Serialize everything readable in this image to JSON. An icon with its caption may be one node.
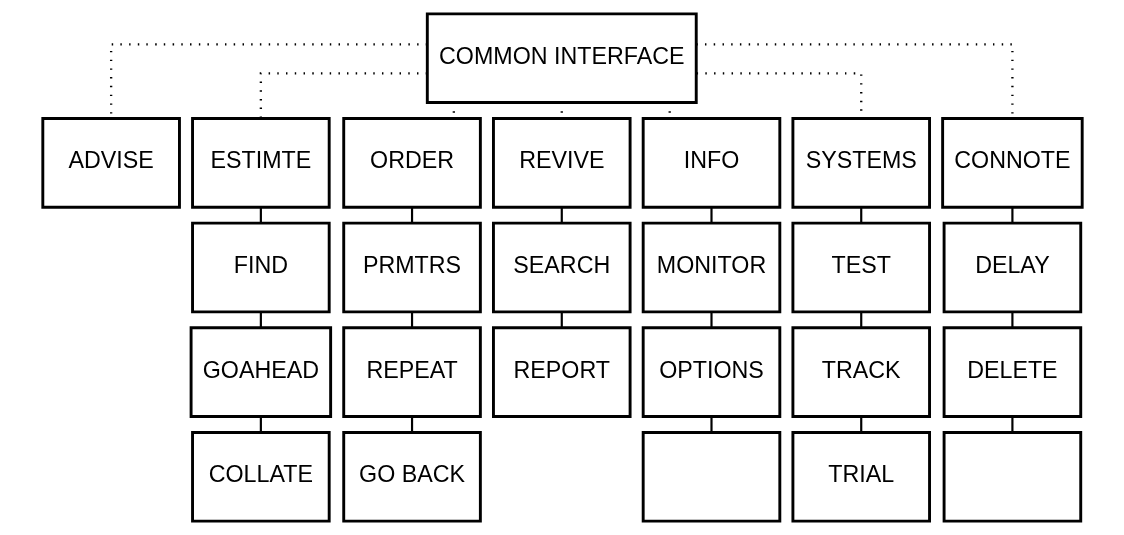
{
  "diagram": {
    "nodes": [
      {
        "text": [
          "COMMON INTERFACE"
        ]
      },
      {
        "text": [
          "ADVISE"
        ]
      },
      {
        "text": [
          "ESTIMTE"
        ]
      },
      {
        "text": [
          "ORDER"
        ]
      },
      {
        "text": [
          "REVIVE"
        ]
      },
      {
        "text": [
          "INFO"
        ]
      },
      {
        "text": [
          "SYSTEMS"
        ]
      },
      {
        "text": [
          "CONNOTE"
        ]
      },
      {
        "text": [
          "FIND"
        ]
      },
      {
        "text": [
          "PRMTRS"
        ]
      },
      {
        "text": [
          "SEARCH"
        ]
      },
      {
        "text": [
          "MONITOR"
        ]
      },
      {
        "text": [
          "TEST"
        ]
      },
      {
        "text": [
          "DELAY"
        ]
      },
      {
        "text": [
          "GOAHEAD"
        ]
      },
      {
        "text": [
          "REPEAT"
        ]
      },
      {
        "text": [
          "REPORT"
        ]
      },
      {
        "text": [
          "OPTIONS"
        ]
      },
      {
        "text": [
          "TRACK"
        ]
      },
      {
        "text": [
          "DELETE"
        ]
      },
      {
        "text": [
          "COLLATE"
        ]
      },
      {
        "text": [
          "GO BACK"
        ]
      },
      {
        "text": [],
        "shape": "box"
      },
      {
        "text": [
          "TRIAL"
        ]
      },
      {
        "text": [],
        "shape": "box"
      }
    ],
    "edges": [
      {
        "from": 0,
        "to": 1,
        "arrow": "none",
        "style": "dashed"
      },
      {
        "from": 0,
        "to": 2,
        "arrow": "none",
        "style": "dashed"
      },
      {
        "from": 0,
        "to": 3,
        "arrow": "none",
        "style": "dashed"
      },
      {
        "from": 0,
        "to": 4,
        "arrow": "none",
        "style": "dashed"
      },
      {
        "from": 0,
        "to": 5,
        "arrow": "none",
        "style": "dashed"
      },
      {
        "from": 0,
        "to": 6,
        "arrow": "none",
        "style": "dashed"
      },
      {
        "from": 0,
        "to": 7,
        "arrow": "none",
        "style": "dashed"
      },
      {
        "from": 2,
        "to": 8,
        "arrow": "none"
      },
      {
        "from": 8,
        "to": 14,
        "arrow": "none"
      },
      {
        "from": 14,
        "to": 20,
        "arrow": "none"
      },
      {
        "from": 3,
        "to": 9,
        "arrow": "none"
      },
      {
        "from": 9,
        "to": 15,
        "arrow": "none"
      },
      {
        "from": 15,
        "to": 21,
        "arrow": "none"
      },
      {
        "from": 4,
        "to": 10,
        "arrow": "none"
      },
      {
        "from": 10,
        "to": 16,
        "arrow": "none"
      },
      {
        "from": 5,
        "to": 11,
        "arrow": "none"
      },
      {
        "from": 11,
        "to": 17,
        "arrow": "none"
      },
      {
        "from": 17,
        "to": 22,
        "arrow": "none"
      },
      {
        "from": 6,
        "to": 12,
        "arrow": "none"
      },
      {
        "from": 12,
        "to": 18,
        "arrow": "none"
      },
      {
        "from": 18,
        "to": 23,
        "arrow": "none"
      },
      {
        "from": 7,
        "to": 13,
        "arrow": "none"
      },
      {
        "from": 13,
        "to": 19,
        "arrow": "none"
      },
      {
        "from": 19,
        "to": 24,
        "arrow": "none"
      }
    ]
  }
}
